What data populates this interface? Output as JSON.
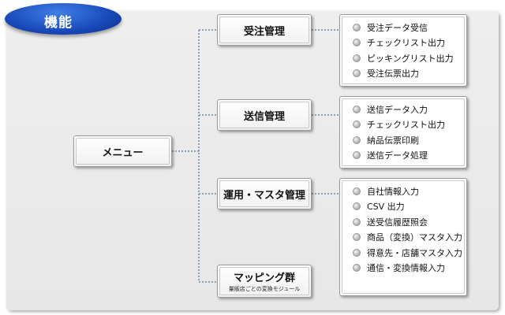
{
  "header": {
    "title": "機能"
  },
  "root": {
    "label": "メニュー"
  },
  "groups": [
    {
      "label": "受注管理",
      "items": [
        "受注データ受信",
        "チェックリスト出力",
        "ピッキングリスト出力",
        "受注伝票出力"
      ]
    },
    {
      "label": "送信管理",
      "items": [
        "送信データ入力",
        "チェックリスト出力",
        "納品伝票印刷",
        "送信データ処理"
      ]
    },
    {
      "label": "運用・マスタ管理",
      "items": [
        "自社情報入力",
        "CSV 出力",
        "送受信履歴照会",
        "商品（変換）マスタ入力",
        "得意先・店舗マスタ入力",
        "通信・変換情報入力"
      ]
    },
    {
      "label": "マッピング群",
      "sublabel": "量販店ごとの変換モジュール",
      "items": []
    }
  ]
}
